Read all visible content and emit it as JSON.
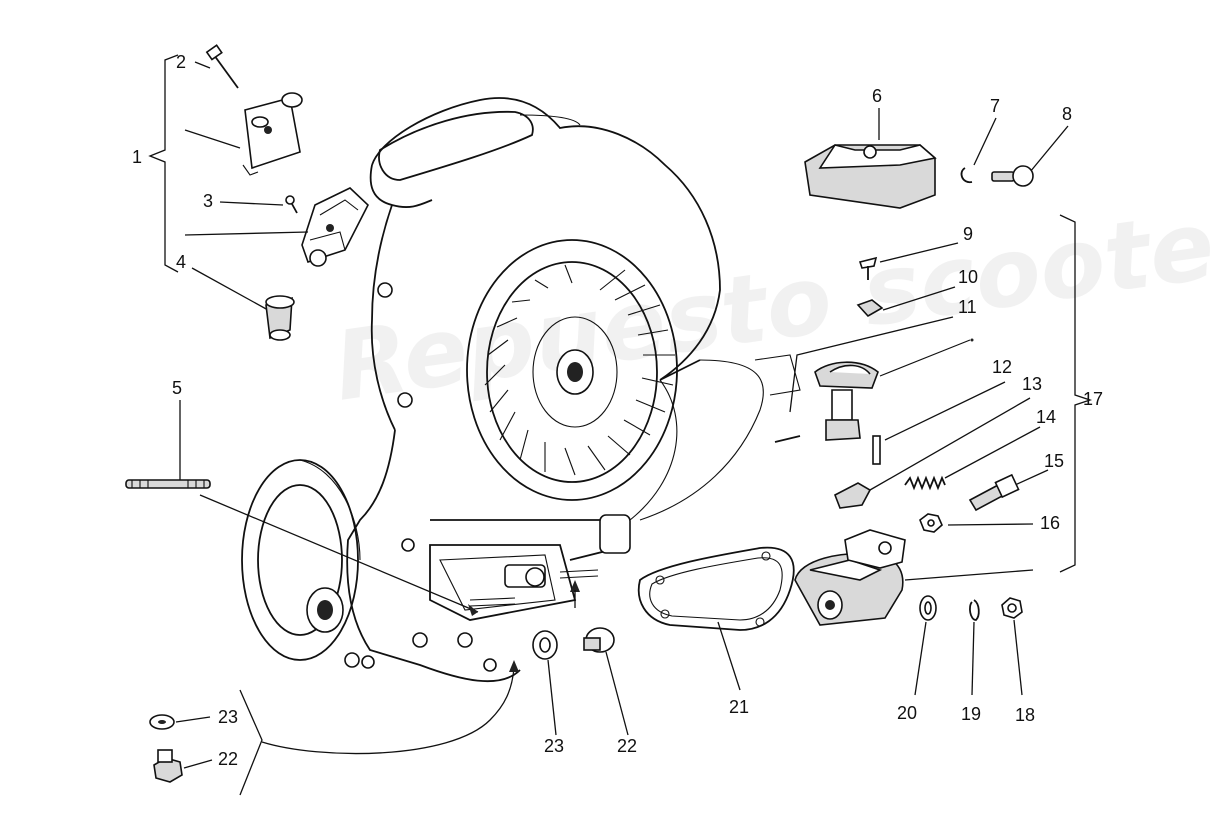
{
  "diagram": {
    "watermark": "Repuesto scooter .com",
    "callouts": {
      "c1": "1",
      "c2": "2",
      "c3": "3",
      "c4": "4",
      "c5": "5",
      "c6": "6",
      "c7": "7",
      "c8": "8",
      "c9": "9",
      "c10": "10",
      "c11": "11",
      "c12": "12",
      "c13": "13",
      "c14": "14",
      "c15": "15",
      "c16": "16",
      "c17": "17",
      "c18": "18",
      "c19": "19",
      "c20": "20",
      "c21": "21",
      "c22a": "22",
      "c23a": "23",
      "c22b": "22",
      "c23b": "23"
    }
  }
}
